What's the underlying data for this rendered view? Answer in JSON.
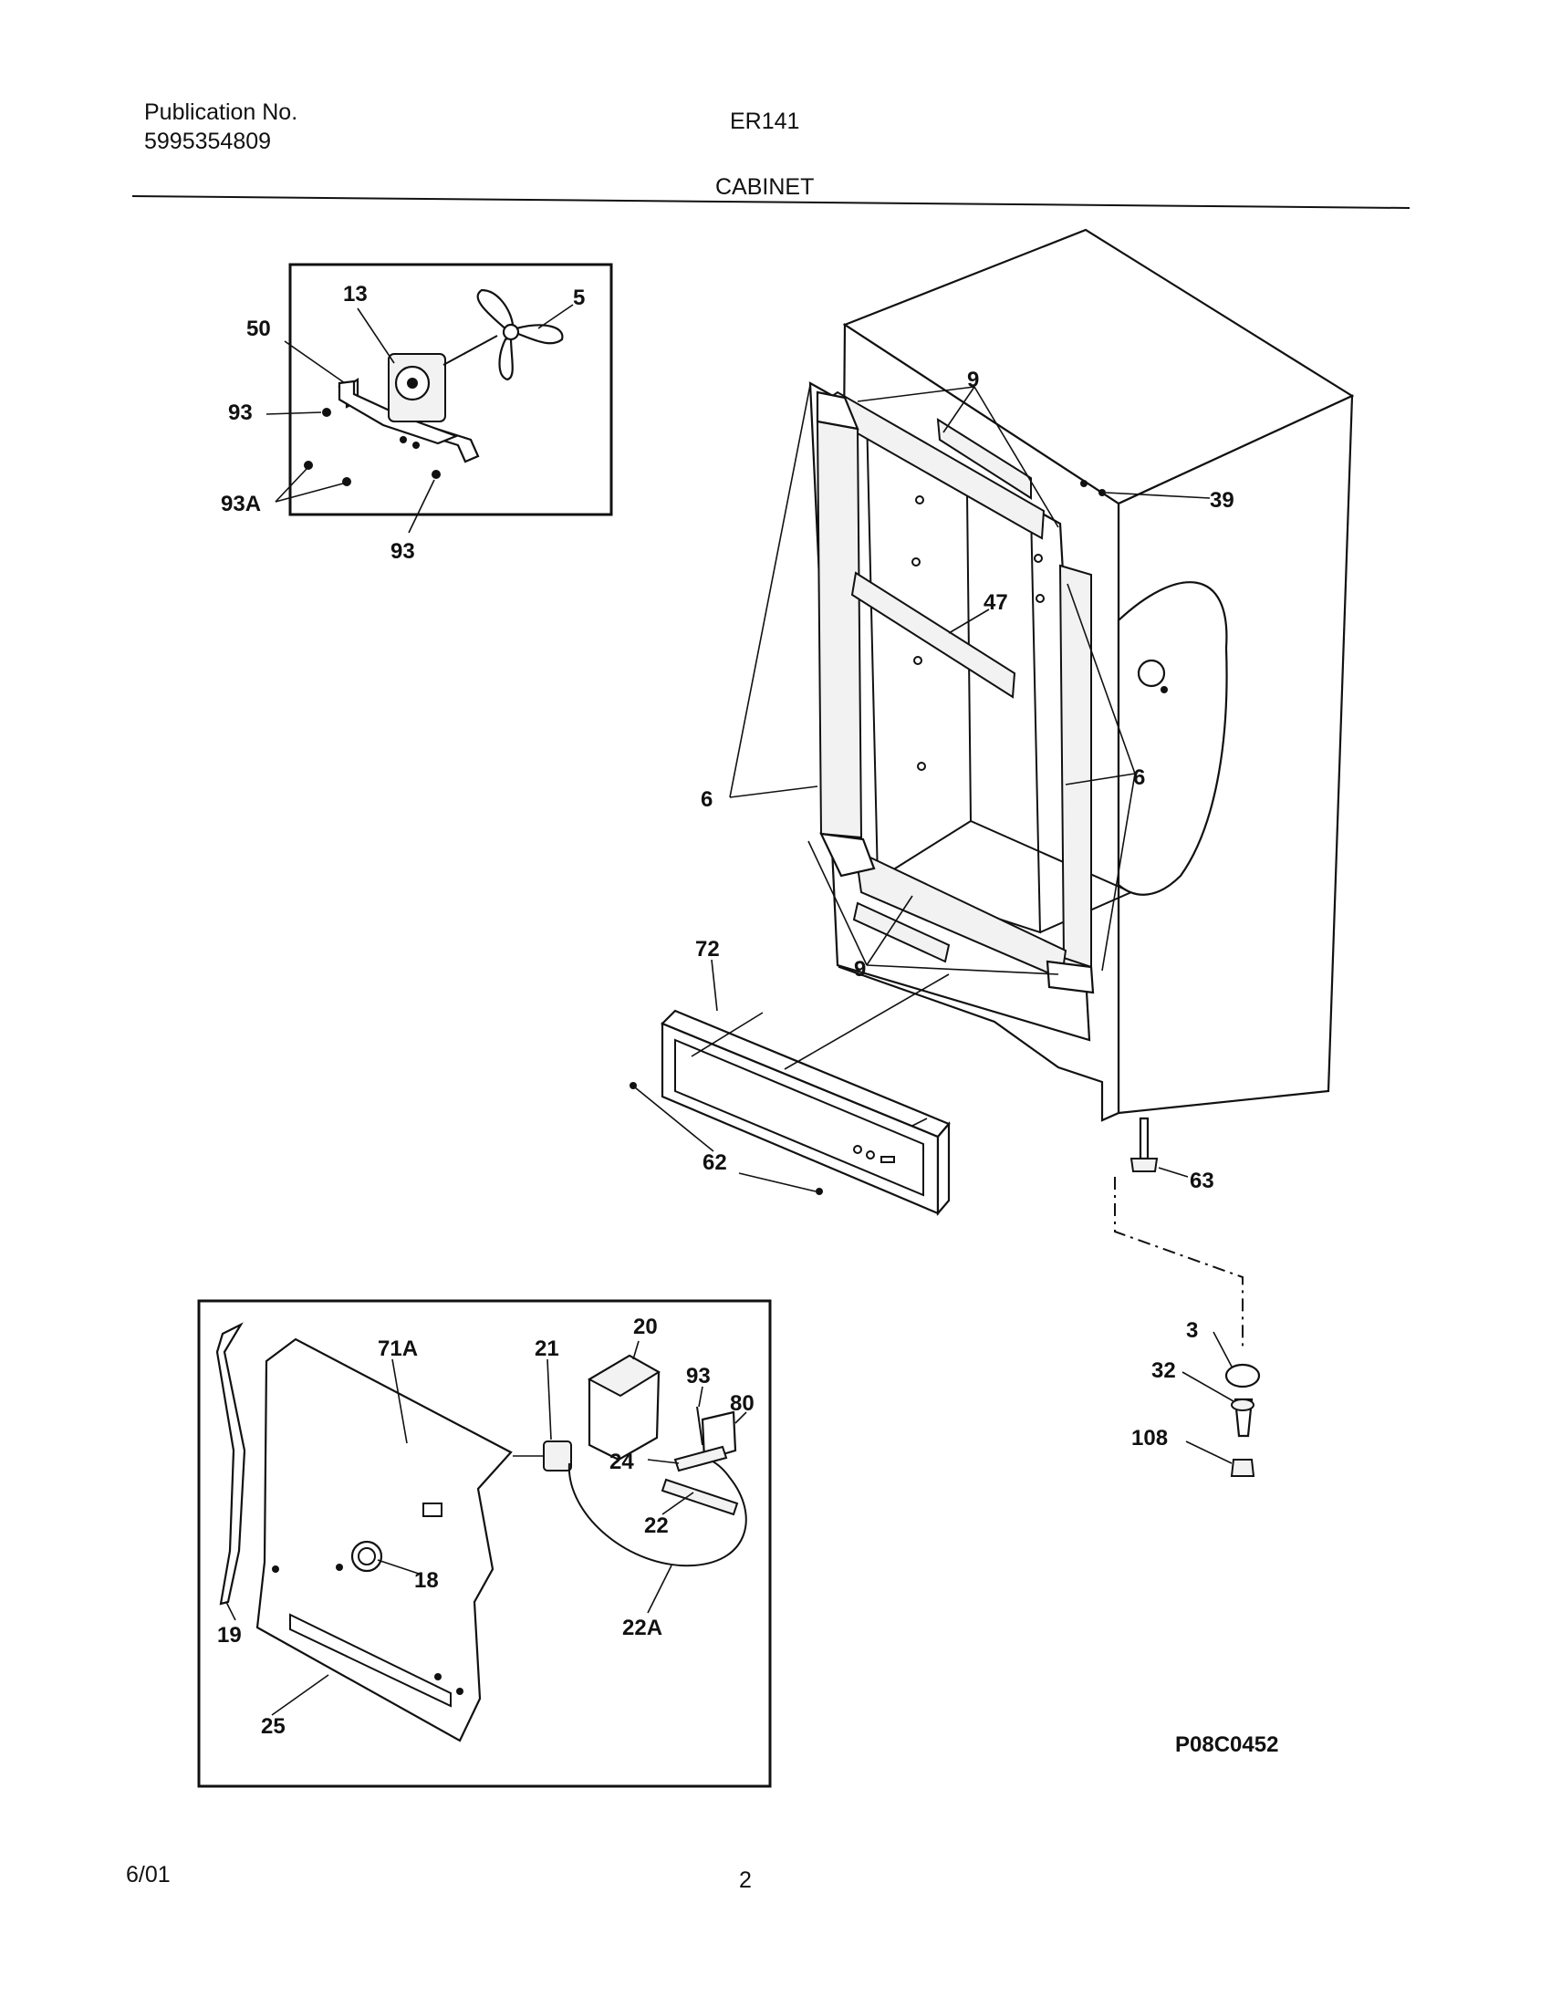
{
  "header": {
    "publication_label": "Publication No.",
    "publication_number": "5995354809",
    "model": "ER141",
    "section_title": "CABINET"
  },
  "diagram": {
    "callouts": {
      "c13": "13",
      "c5": "5",
      "c50": "50",
      "c93_top": "93",
      "c93a": "93A",
      "c93_bottom": "93",
      "c9_top": "9",
      "c39": "39",
      "c47": "47",
      "c6_left": "6",
      "c6_right": "6",
      "c72": "72",
      "c9_bottom": "9",
      "c62": "62",
      "c63": "63",
      "c3": "3",
      "c32": "32",
      "c108": "108",
      "c20": "20",
      "c71a": "71A",
      "c21": "21",
      "c93_lower": "93",
      "c80": "80",
      "c24": "24",
      "c22": "22",
      "c18": "18",
      "c22a": "22A",
      "c19": "19",
      "c25": "25"
    },
    "drawing_code": "P08C0452"
  },
  "footer": {
    "date": "6/01",
    "page_number": "2"
  }
}
